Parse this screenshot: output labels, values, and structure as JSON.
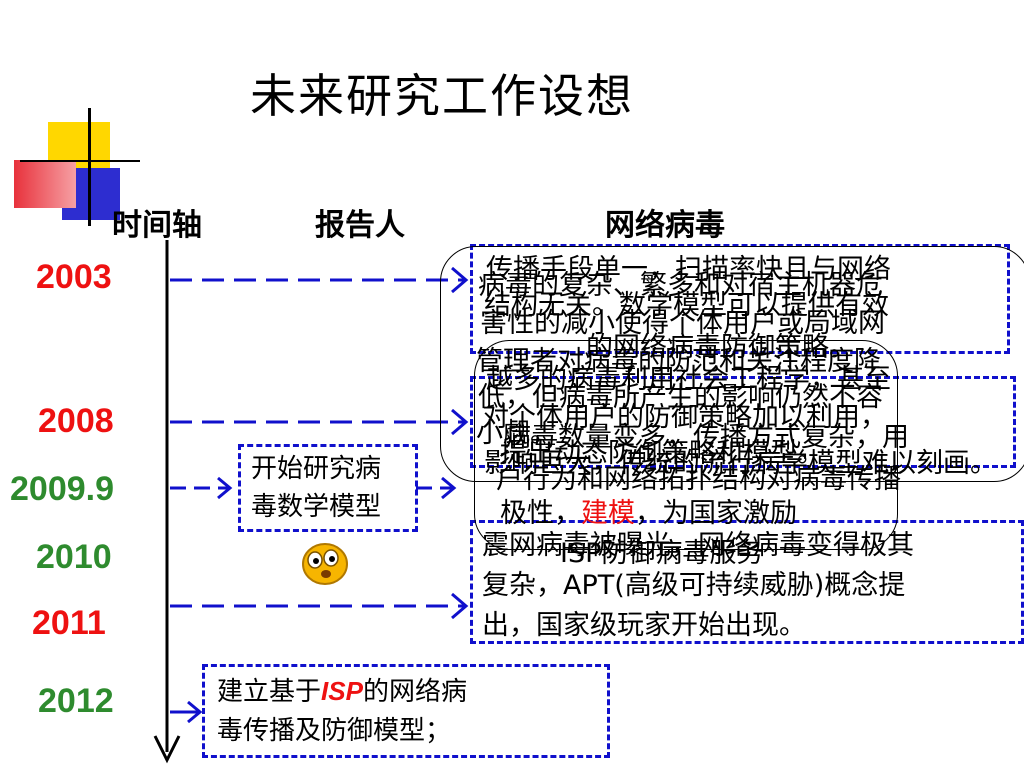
{
  "title": "未来研究工作设想",
  "headers": {
    "timeline": "时间轴",
    "reporter": "报告人",
    "virus": "网络病毒"
  },
  "years": [
    {
      "label": "2003",
      "color": "#ee1111"
    },
    {
      "label": "2008",
      "color": "#ee1111"
    },
    {
      "label": "2009.9",
      "color": "#2e8b2e"
    },
    {
      "label": "2010",
      "color": "#2e8b2e"
    },
    {
      "label": "2011",
      "color": "#ee1111"
    },
    {
      "label": "2012",
      "color": "#2e8b2e"
    }
  ],
  "reporter_boxes": {
    "start_model": {
      "line1": "开始研究病",
      "line2": "毒数学模型"
    },
    "isp_model": {
      "line1_pre": "建立基于",
      "line1_isp": "ISP",
      "line1_post": "的网络病",
      "line2": "毒传播及防御模型；"
    }
  },
  "virus_overlay": {
    "a1": "传播手段单一，扫描率快且与网络",
    "a2": "结构无关。数学模型可以提供有效",
    "a3": "的网络病毒防御策略。",
    "b1": "病毒的复杂、繁多和对宿主机器危",
    "b2": "害性的减小使得个体用户或局域网",
    "b3": "管理者对病毒的防范和关注程度降",
    "b4": "低，但病毒所产生的影响仍然不容",
    "b5": "小觑。",
    "c1": "越多的病毒利用社会工程学，甚至",
    "c2": "对个体用户的防御策略加以利用，",
    "c3": "提出动态防御策略和模型。",
    "d1": "病毒数量变多，传播方式复杂，用",
    "d2": "户行为和网络拓扑结构对病毒传播",
    "d3": "影响巨大，传统的流行病学模型难以刻画。",
    "e1_pre": "极性，",
    "e1_hl": "建模",
    "e1_post": "，为国家激励",
    "e2": "ISP防御病毒服务",
    "f1": "震网病毒被曝光，网络病毒变得极其",
    "f2": "复杂，APT(高级可持续威胁)概念提",
    "f3": "出，国家级玩家开始出现。"
  },
  "colors": {
    "accent_blue": "#1010cc",
    "year_red": "#ee1111",
    "year_green": "#2e8b2e",
    "deco_yellow": "#ffd700",
    "deco_red": "#e8323c",
    "deco_blue": "#2d2dd0"
  }
}
